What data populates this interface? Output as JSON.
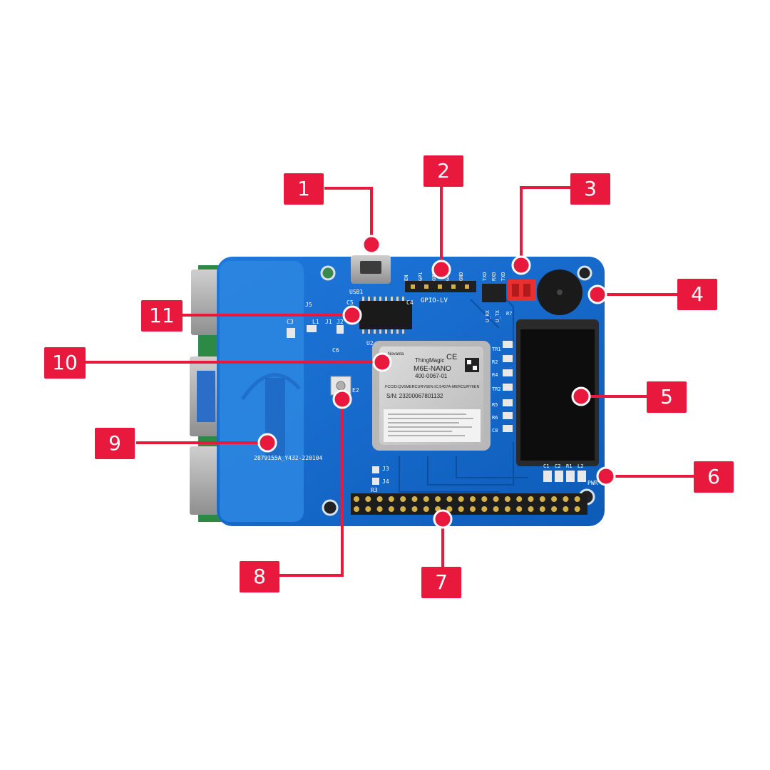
{
  "board": {
    "module_brand": "ThingMagic",
    "module_brand_small": "Novanta",
    "module_model": "M6E-NANO",
    "module_part": "400-0067-01",
    "module_fcc": "FCCID:QV5MERCURY6EN  IC:5407A-MERCURY6EN",
    "module_serial": "S/N: 23200067801132",
    "module_ce": "CE",
    "pcb_label": "2879155A_Y432-220104",
    "usb_label": "USB1",
    "gpio_label": "GPIO-LV",
    "gpio_pins": [
      "EN",
      "GP1",
      "GP2",
      "GP4",
      "GND"
    ],
    "uart_pins": [
      "TXD",
      "RXD",
      "TXD"
    ],
    "uart_side": [
      "U_RX",
      "U_TX"
    ],
    "refs": {
      "c5": "C5",
      "c4": "C4",
      "j5": "J5",
      "c3": "C3",
      "l1": "L1",
      "j1": "J1",
      "j2": "J2",
      "c6": "C6",
      "u2": "U2",
      "e2": "E2",
      "j3": "J3",
      "j4": "J4",
      "r3": "R3",
      "tr1": "TR1",
      "r2": "R2",
      "r4": "R4",
      "tr2": "TR2",
      "r5": "R5",
      "r6": "R6",
      "c8": "C8",
      "c1": "C1",
      "c2": "C2",
      "r1": "R1",
      "l2": "L2",
      "pwr": "PWR",
      "r7": "R7"
    }
  },
  "callouts": [
    {
      "id": "1",
      "label": "1"
    },
    {
      "id": "2",
      "label": "2"
    },
    {
      "id": "3",
      "label": "3"
    },
    {
      "id": "4",
      "label": "4"
    },
    {
      "id": "5",
      "label": "5"
    },
    {
      "id": "6",
      "label": "6"
    },
    {
      "id": "7",
      "label": "7"
    },
    {
      "id": "8",
      "label": "8"
    },
    {
      "id": "9",
      "label": "9"
    },
    {
      "id": "10",
      "label": "10"
    },
    {
      "id": "11",
      "label": "11"
    }
  ],
  "colors": {
    "callout": "#e8193c",
    "pcb": "#1a6fd1",
    "pcb_dark": "#0f55aa",
    "antenna_area": "#2b86e0"
  }
}
